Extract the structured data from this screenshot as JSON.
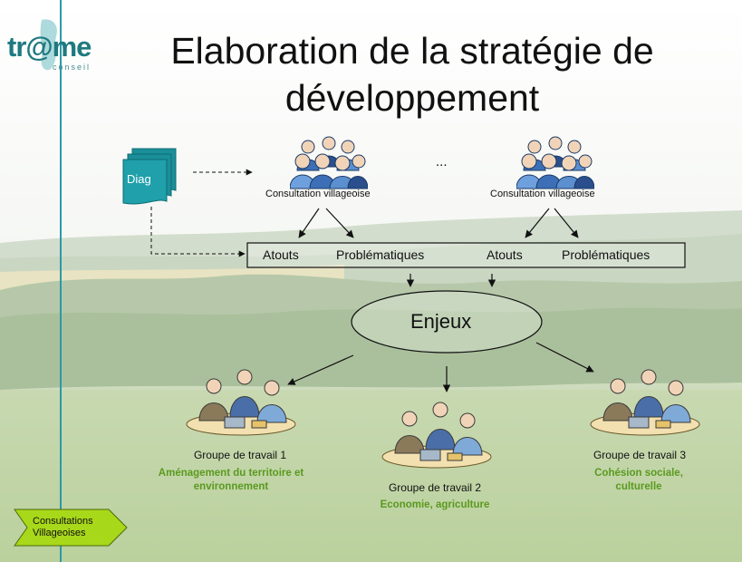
{
  "slide": {
    "title_line1": "Elaboration de la stratégie de",
    "title_line2": "développement"
  },
  "logo": {
    "text": "tr@me",
    "subtitle": "conseil"
  },
  "diag": {
    "label": "Diag"
  },
  "consultations": [
    {
      "label": "Consultation villageoise"
    },
    {
      "label": "Consultation villageoise"
    }
  ],
  "ellipsis": "...",
  "results_box": {
    "items": [
      "Atouts",
      "Problématiques",
      "Atouts",
      "Problématiques"
    ]
  },
  "enjeux": {
    "label": "Enjeux"
  },
  "groups": [
    {
      "name": "Groupe de travail 1",
      "theme_line1": "Aménagement du territoire et",
      "theme_line2": "environnement"
    },
    {
      "name": "Groupe de travail 2",
      "theme_line1": "Economie, agriculture",
      "theme_line2": ""
    },
    {
      "name": "Groupe de travail 3",
      "theme_line1": "Cohésion sociale,",
      "theme_line2": "culturelle"
    }
  ],
  "nav_tag": {
    "line1": "Consultations",
    "line2": "Villageoises"
  },
  "colors": {
    "brand_teal": "#1f7a80",
    "diag_fill": "#1a8f9a",
    "theme_green": "#5a9a1e",
    "tag_green": "#a8d81a"
  }
}
